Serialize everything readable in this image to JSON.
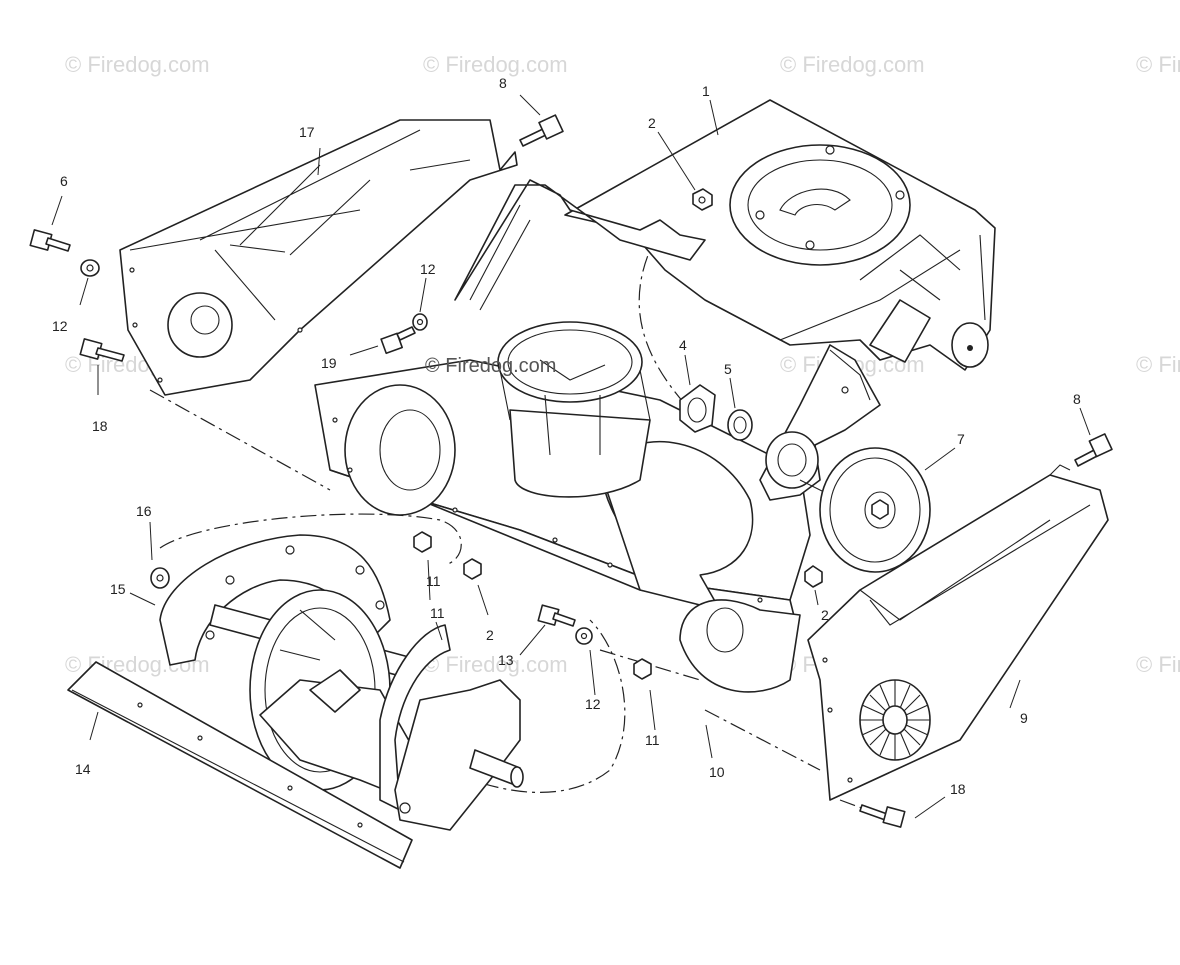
{
  "watermark": {
    "text": "© Firedog.com"
  },
  "callouts": [
    {
      "id": "c1",
      "text": "1"
    },
    {
      "id": "c2a",
      "text": "2"
    },
    {
      "id": "c2b",
      "text": "2"
    },
    {
      "id": "c2c",
      "text": "2"
    },
    {
      "id": "c4",
      "text": "4"
    },
    {
      "id": "c5",
      "text": "5"
    },
    {
      "id": "c6",
      "text": "6"
    },
    {
      "id": "c7",
      "text": "7"
    },
    {
      "id": "c8a",
      "text": "8"
    },
    {
      "id": "c8b",
      "text": "8"
    },
    {
      "id": "c9",
      "text": "9"
    },
    {
      "id": "c10",
      "text": "10"
    },
    {
      "id": "c11a",
      "text": "11"
    },
    {
      "id": "c11b",
      "text": "11"
    },
    {
      "id": "c11c",
      "text": "11"
    },
    {
      "id": "c12a",
      "text": "12"
    },
    {
      "id": "c12b",
      "text": "12"
    },
    {
      "id": "c12c",
      "text": "12"
    },
    {
      "id": "c13",
      "text": "13"
    },
    {
      "id": "c14",
      "text": "14"
    },
    {
      "id": "c15",
      "text": "15"
    },
    {
      "id": "c16",
      "text": "16"
    },
    {
      "id": "c17",
      "text": "17"
    },
    {
      "id": "c18a",
      "text": "18"
    },
    {
      "id": "c18b",
      "text": "18"
    },
    {
      "id": "c19",
      "text": "19"
    }
  ]
}
